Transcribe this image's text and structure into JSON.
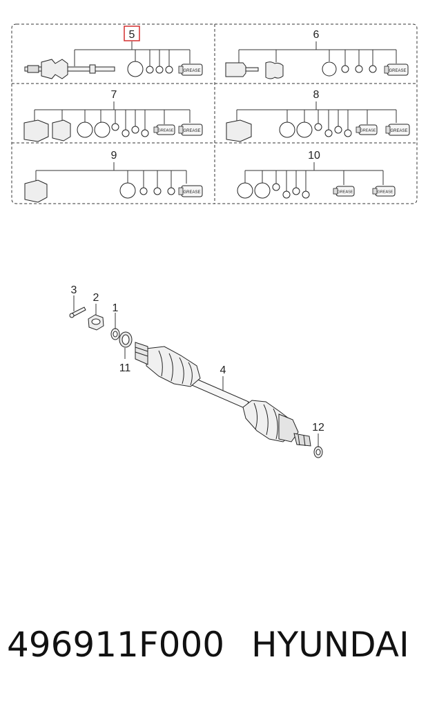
{
  "kit_panel": {
    "cells": [
      {
        "number": "5",
        "highlighted": true
      },
      {
        "number": "6",
        "highlighted": false
      },
      {
        "number": "7",
        "highlighted": false
      },
      {
        "number": "8",
        "highlighted": false
      },
      {
        "number": "9",
        "highlighted": false
      },
      {
        "number": "10",
        "highlighted": false
      }
    ],
    "grease_label": "GREASE",
    "highlight_color": "#d32f2f"
  },
  "assembly_callouts": {
    "c1": "1",
    "c2": "2",
    "c3": "3",
    "c4": "4",
    "c11": "11",
    "c12": "12"
  },
  "footer": {
    "part_number": "496911F000",
    "brand": "HYUNDAI"
  }
}
